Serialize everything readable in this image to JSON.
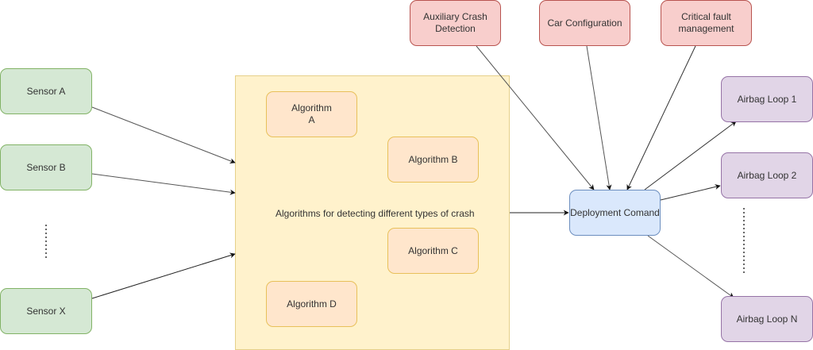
{
  "sensors": [
    {
      "label": "Sensor A"
    },
    {
      "label": "Sensor B"
    },
    {
      "label": "Sensor X"
    }
  ],
  "container": {
    "label": "Algorithms for detecting different types of crash",
    "algorithms": [
      {
        "label": "Algorithm\nA"
      },
      {
        "label": "Algorithm B"
      },
      {
        "label": "Algorithm C"
      },
      {
        "label": "Algorithm D"
      }
    ]
  },
  "inputs": [
    {
      "label": "Auxiliary Crash\nDetection"
    },
    {
      "label": "Car Configuration"
    },
    {
      "label": "Critical fault\nmanagement"
    }
  ],
  "deployment": {
    "label": "Deployment Comand"
  },
  "airbags": [
    {
      "label": "Airbag Loop 1"
    },
    {
      "label": "Airbag Loop 2"
    },
    {
      "label": "Airbag Loop N"
    }
  ],
  "colors": {
    "sensor_fill": "#d5e8d4",
    "algorithm_fill": "#ffe6cc",
    "container_fill": "#fff2cc",
    "input_fill": "#f8cecc",
    "deployment_fill": "#dae8fc",
    "airbag_fill": "#e1d5e7"
  }
}
